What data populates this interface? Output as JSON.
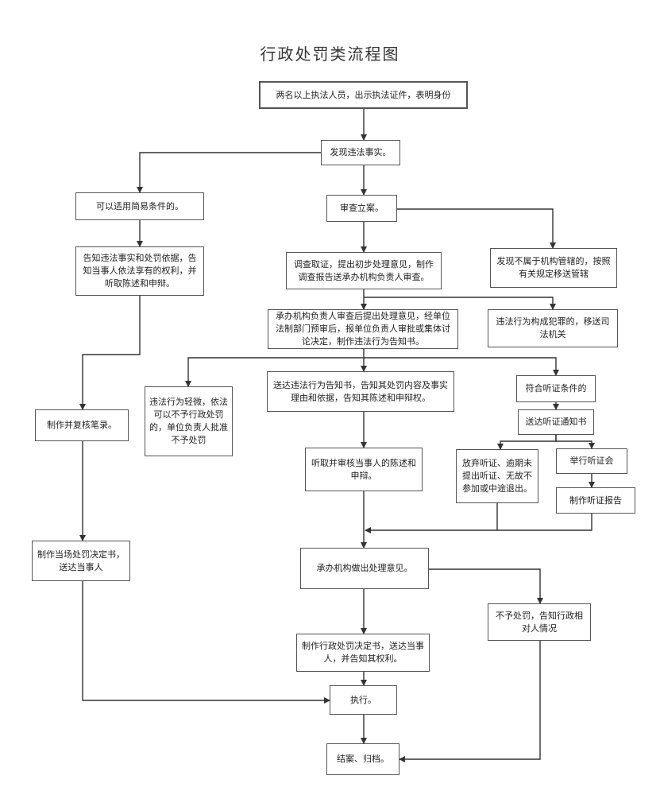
{
  "title": "行政处罚类流程图",
  "nodes": {
    "n1": {
      "text": "两名以上执法人员，出示执法证件，表明身份"
    },
    "n2": {
      "text": "发现违法事实。"
    },
    "n3": {
      "text": "可以适用简易条件的。"
    },
    "n4": {
      "text": "审查立案。"
    },
    "n5": {
      "text": "告知违法事实和处罚依据，告知当事人依法享有的权利，并听取陈述和申辩。"
    },
    "n6": {
      "text": "调查取证，提出初步处理意见，制作调查报告送承办机构负责人审查。"
    },
    "n7": {
      "text": "发现不属于机构管辖的，按照有关规定移送管辖"
    },
    "n8": {
      "text": "承办机构负责人审查后提出处理意见，经单位法制部门预审后，报单位负责人审批或集体讨论决定，制作违法行为告知书。"
    },
    "n9": {
      "text": "违法行为构成犯罪的，移送司法机关"
    },
    "n10": {
      "text": "违法行为轻微，依法可以不予行政处罚的，单位负责人批准不予处罚"
    },
    "n11": {
      "text": "送达违法行为告知书，告知其处罚内容及事实理由和依据，告知其陈述和申辩权。"
    },
    "n12": {
      "text": "符合听证条件的"
    },
    "n13": {
      "text": "制作并复核笔录。"
    },
    "n14": {
      "text": "送达听证通知书"
    },
    "n15": {
      "text": "听取并审核当事人的陈述和申辩。"
    },
    "n16": {
      "text": "放弃听证、逾期未提出听证、无故不参加或中途退出。"
    },
    "n17": {
      "text": "举行听证会"
    },
    "n18": {
      "text": "制作听证报告"
    },
    "n19": {
      "text": "制作当场处罚决定书，送达当事人"
    },
    "n20": {
      "text": "承办机构做出处理意见。"
    },
    "n21": {
      "text": "不予处罚，告知行政相对人情况"
    },
    "n22": {
      "text": "制作行政处罚决定书，送达当事人，并告知其权利。"
    },
    "n23": {
      "text": "执行。"
    },
    "n24": {
      "text": "结案、归档。"
    }
  }
}
